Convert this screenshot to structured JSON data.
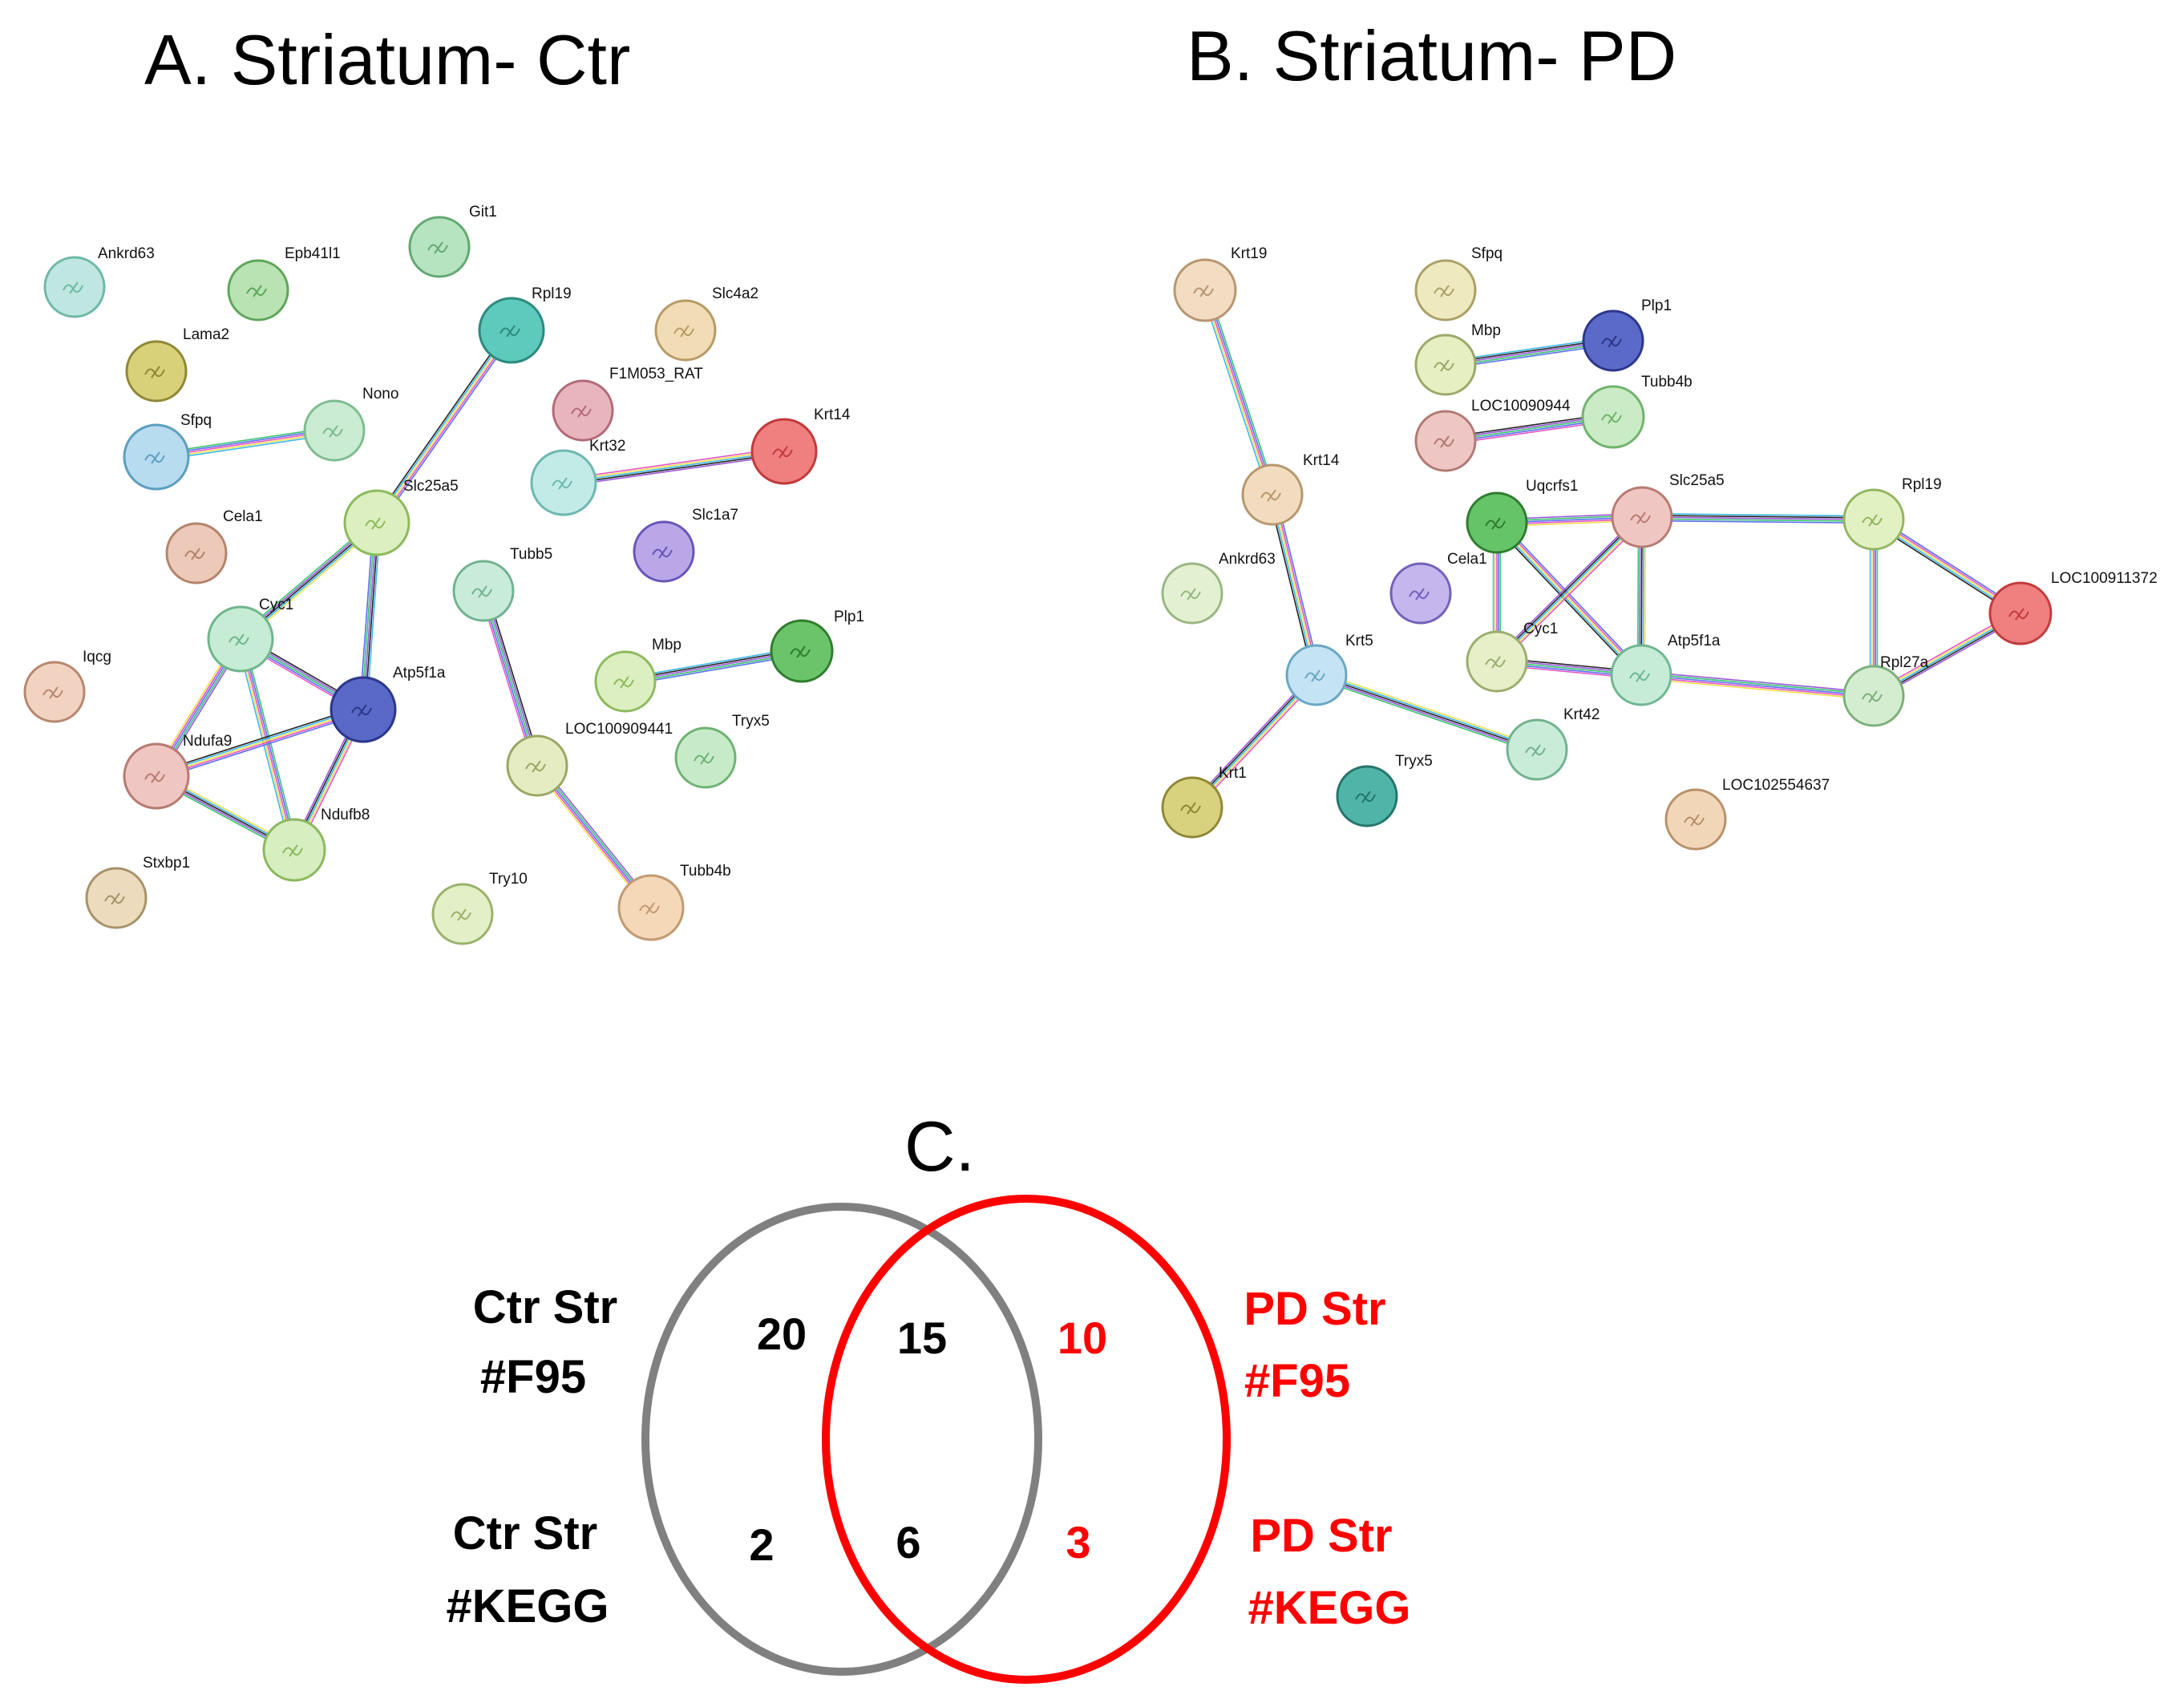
{
  "panel_a": {
    "title": "A. Striatum- Ctr",
    "nodes": [
      {
        "id": "Ankrd63",
        "label": "Ankrd63",
        "color": "#bfe6e0",
        "border": "#6fb8a8"
      },
      {
        "id": "Epb41l1",
        "label": "Epb41l1",
        "color": "#b9e3b3",
        "border": "#5ea65a"
      },
      {
        "id": "Git1",
        "label": "Git1",
        "color": "#b7e4c0",
        "border": "#62a872"
      },
      {
        "id": "Rpl19",
        "label": "Rpl19",
        "color": "#5ec9bd",
        "border": "#2d8a7f"
      },
      {
        "id": "Slc4a2",
        "label": "Slc4a2",
        "color": "#f2dcb5",
        "border": "#b79b66"
      },
      {
        "id": "Lama2",
        "label": "Lama2",
        "color": "#d9d07a",
        "border": "#8f8734"
      },
      {
        "id": "F1M053_RAT",
        "label": "F1M053_RAT",
        "color": "#e8b5bd",
        "border": "#b26a78"
      },
      {
        "id": "Nono",
        "label": "Nono",
        "color": "#c9ecd3",
        "border": "#7fbc8f"
      },
      {
        "id": "Sfpq",
        "label": "Sfpq",
        "color": "#b7dcf0",
        "border": "#5e9fc0"
      },
      {
        "id": "Krt32",
        "label": "Krt32",
        "color": "#c2ebe7",
        "border": "#6fb8b0"
      },
      {
        "id": "Krt14",
        "label": "Krt14",
        "color": "#f07f7f",
        "border": "#c23b3b"
      },
      {
        "id": "Cela1",
        "label": "Cela1",
        "color": "#ecc9b8",
        "border": "#b3836c"
      },
      {
        "id": "Slc25a5",
        "label": "Slc25a5",
        "color": "#dcefc0",
        "border": "#8dba5d"
      },
      {
        "id": "Slc1a7",
        "label": "Slc1a7",
        "color": "#b9a7e8",
        "border": "#6a54b8"
      },
      {
        "id": "Tubb5",
        "label": "Tubb5",
        "color": "#c9ebd9",
        "border": "#72b290"
      },
      {
        "id": "Cyc1",
        "label": "Cyc1",
        "color": "#c6ecd5",
        "border": "#6fb68c"
      },
      {
        "id": "Iqcg",
        "label": "Iqcg",
        "color": "#f2d3c2",
        "border": "#b7876c"
      },
      {
        "id": "Atp5f1a",
        "label": "Atp5f1a",
        "color": "#5a68c8",
        "border": "#2c378a"
      },
      {
        "id": "Mbp",
        "label": "Mbp",
        "color": "#dcefc0",
        "border": "#8dba5d"
      },
      {
        "id": "Plp1",
        "label": "Plp1",
        "color": "#6cc46a",
        "border": "#2f7e2d"
      },
      {
        "id": "Ndufa9",
        "label": "Ndufa9",
        "color": "#f0c6c2",
        "border": "#b77b73"
      },
      {
        "id": "LOC100909441",
        "label": "LOC100909441",
        "color": "#e6ecc2",
        "border": "#9aa763"
      },
      {
        "id": "Tryx5",
        "label": "Tryx5",
        "color": "#c7ebc9",
        "border": "#6fb273"
      },
      {
        "id": "Ndufb8",
        "label": "Ndufb8",
        "color": "#d7eec0",
        "border": "#8bb85e"
      },
      {
        "id": "Stxbp1",
        "label": "Stxbp1",
        "color": "#ecdcbd",
        "border": "#a7926a"
      },
      {
        "id": "Try10",
        "label": "Try10",
        "color": "#e3efc6",
        "border": "#99b16a"
      },
      {
        "id": "Tubb4b",
        "label": "Tubb4b",
        "color": "#f5d8b8",
        "border": "#c19a70"
      }
    ],
    "edges": [
      [
        "Sfpq",
        "Nono"
      ],
      [
        "Rpl19",
        "Slc25a5"
      ],
      [
        "Krt32",
        "Krt14"
      ],
      [
        "Slc25a5",
        "Cyc1"
      ],
      [
        "Slc25a5",
        "Atp5f1a"
      ],
      [
        "Cyc1",
        "Atp5f1a"
      ],
      [
        "Cyc1",
        "Ndufa9"
      ],
      [
        "Cyc1",
        "Ndufb8"
      ],
      [
        "Atp5f1a",
        "Ndufa9"
      ],
      [
        "Atp5f1a",
        "Ndufb8"
      ],
      [
        "Ndufa9",
        "Ndufb8"
      ],
      [
        "Mbp",
        "Plp1"
      ],
      [
        "Tubb5",
        "LOC100909441"
      ],
      [
        "LOC100909441",
        "Tubb4b"
      ]
    ]
  },
  "panel_b": {
    "title": "B. Striatum- PD",
    "nodes": [
      {
        "id": "Krt19",
        "label": "Krt19",
        "color": "#f2dcc2",
        "border": "#b79670"
      },
      {
        "id": "Sfpq",
        "label": "Sfpq",
        "color": "#efe9c0",
        "border": "#aaa066"
      },
      {
        "id": "Mbp",
        "label": "Mbp",
        "color": "#e6efc2",
        "border": "#98a968"
      },
      {
        "id": "Plp1",
        "label": "Plp1",
        "color": "#5b6ac8",
        "border": "#2c378a"
      },
      {
        "id": "LOC100909442",
        "label": "LOC10090944",
        "color": "#eec7c4",
        "border": "#b07a74"
      },
      {
        "id": "Tubb4b",
        "label": "Tubb4b",
        "color": "#c9ecc6",
        "border": "#72b26d"
      },
      {
        "id": "Krt14",
        "label": "Krt14",
        "color": "#f2dcbf",
        "border": "#b7976c"
      },
      {
        "id": "Uqcrfs1",
        "label": "Uqcrfs1",
        "color": "#66c468",
        "border": "#2e7d2f"
      },
      {
        "id": "Slc25a5",
        "label": "Slc25a5",
        "color": "#f0c6c2",
        "border": "#b77b73"
      },
      {
        "id": "Rpl19",
        "label": "Rpl19",
        "color": "#e2f1c2",
        "border": "#93b661"
      },
      {
        "id": "LOC100911372",
        "label": "LOC100911372",
        "color": "#f07f7f",
        "border": "#c23b3b"
      },
      {
        "id": "Ankrd63",
        "label": "Ankrd63",
        "color": "#e3f1d2",
        "border": "#98b682"
      },
      {
        "id": "Cela1",
        "label": "Cela1",
        "color": "#c5b6ee",
        "border": "#7460b8"
      },
      {
        "id": "Cyc1",
        "label": "Cyc1",
        "color": "#e6efc8",
        "border": "#9aae6e"
      },
      {
        "id": "Atp5f1a",
        "label": "Atp5f1a",
        "color": "#c6ecd8",
        "border": "#6fb690"
      },
      {
        "id": "Rpl27a",
        "label": "Rpl27a",
        "color": "#d4edd0",
        "border": "#7cb07a"
      },
      {
        "id": "Krt5",
        "label": "Krt5",
        "color": "#c4e3f3",
        "border": "#6aa6c4"
      },
      {
        "id": "Krt42",
        "label": "Krt42",
        "color": "#c9ecd9",
        "border": "#72b28e"
      },
      {
        "id": "Krt1",
        "label": "Krt1",
        "color": "#d8d27e",
        "border": "#8f8734"
      },
      {
        "id": "Tryx5",
        "label": "Tryx5",
        "color": "#4fb5a8",
        "border": "#24756b"
      },
      {
        "id": "LOC102554637",
        "label": "LOC102554637",
        "color": "#f2d6b8",
        "border": "#b7916a"
      }
    ],
    "edges": [
      [
        "Krt19",
        "Krt14"
      ],
      [
        "Krt14",
        "Krt5"
      ],
      [
        "Krt5",
        "Krt1"
      ],
      [
        "Krt5",
        "Krt42"
      ],
      [
        "Mbp",
        "Plp1"
      ],
      [
        "LOC100909442",
        "Tubb4b"
      ],
      [
        "Uqcrfs1",
        "Slc25a5"
      ],
      [
        "Uqcrfs1",
        "Cyc1"
      ],
      [
        "Uqcrfs1",
        "Atp5f1a"
      ],
      [
        "Slc25a5",
        "Cyc1"
      ],
      [
        "Slc25a5",
        "Atp5f1a"
      ],
      [
        "Slc25a5",
        "Rpl19"
      ],
      [
        "Cyc1",
        "Atp5f1a"
      ],
      [
        "Atp5f1a",
        "Rpl27a"
      ],
      [
        "Rpl19",
        "Rpl27a"
      ],
      [
        "Rpl19",
        "LOC100911372"
      ],
      [
        "Rpl27a",
        "LOC100911372"
      ]
    ]
  },
  "panel_c": {
    "title": "C.",
    "left_circle_color": "#808080",
    "right_circle_color": "#ff0000",
    "ctr_f95": [
      "Ctr Str",
      "#F95"
    ],
    "ctr_kegg": [
      "Ctr Str",
      "#KEGG"
    ],
    "pd_f95": [
      "PD Str",
      "#F95"
    ],
    "pd_kegg": [
      "PD Str",
      "#KEGG"
    ],
    "counts": {
      "f95_ctr_only": "20",
      "f95_shared": "15",
      "f95_pd_only": "10",
      "kegg_ctr_only": "2",
      "kegg_shared": "6",
      "kegg_pd_only": "3"
    }
  }
}
